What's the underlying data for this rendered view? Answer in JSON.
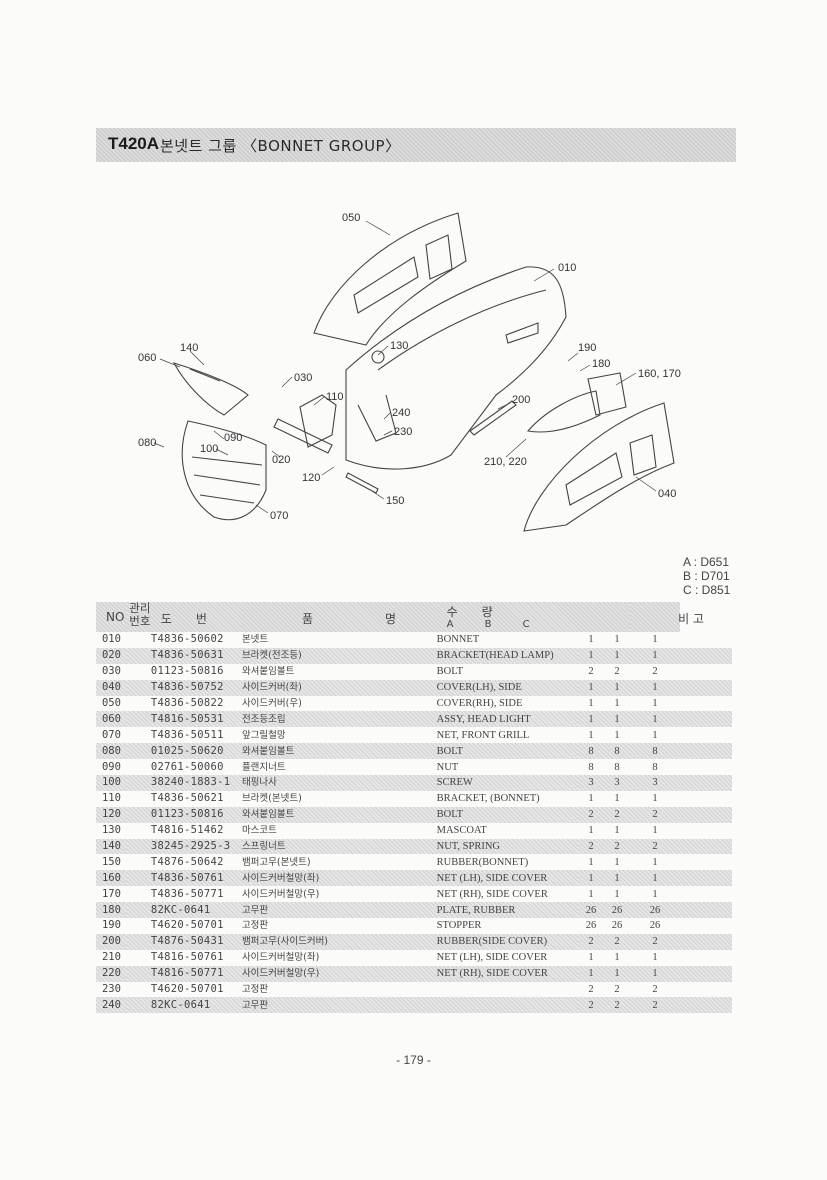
{
  "header": {
    "model_code": "T420A",
    "title": "본넷트 그룹 〈BONNET GROUP〉"
  },
  "diagram": {
    "callouts": [
      "050",
      "010",
      "140",
      "060",
      "130",
      "030",
      "190",
      "180",
      "160, 170",
      "110",
      "240",
      "230",
      "200",
      "080",
      "090",
      "100",
      "020",
      "210, 220",
      "120",
      "150",
      "040",
      "070"
    ]
  },
  "legend": [
    "A : D651",
    "B : D701",
    "C : D851"
  ],
  "table": {
    "headers": {
      "no": "NO",
      "mgmt_no": "관리 번호",
      "part_no": "도　　번",
      "name": "품　　　　　　명",
      "qty": "수　　량",
      "qty_a": "A",
      "qty_b": "B",
      "qty_c": "C",
      "remarks": "비 고"
    },
    "rows": [
      {
        "no": "010",
        "part": "T4836-50602",
        "kr": "본넷트",
        "en": "BONNET",
        "a": "1",
        "b": "1",
        "c": "1"
      },
      {
        "no": "020",
        "part": "T4836-50631",
        "kr": "브라켓(전조등)",
        "en": "BRACKET(HEAD LAMP)",
        "a": "1",
        "b": "1",
        "c": "1"
      },
      {
        "no": "030",
        "part": "01123-50816",
        "kr": "와셔붙임볼트",
        "en": "BOLT",
        "a": "2",
        "b": "2",
        "c": "2"
      },
      {
        "no": "040",
        "part": "T4836-50752",
        "kr": "사이드커버(좌)",
        "en": "COVER(LH), SIDE",
        "a": "1",
        "b": "1",
        "c": "1"
      },
      {
        "no": "050",
        "part": "T4836-50822",
        "kr": "사이드커버(우)",
        "en": "COVER(RH), SIDE",
        "a": "1",
        "b": "1",
        "c": "1"
      },
      {
        "no": "060",
        "part": "T4816-50531",
        "kr": "전조등조립",
        "en": "ASSY, HEAD LIGHT",
        "a": "1",
        "b": "1",
        "c": "1"
      },
      {
        "no": "070",
        "part": "T4836-50511",
        "kr": "앞그릴철망",
        "en": "NET, FRONT GRILL",
        "a": "1",
        "b": "1",
        "c": "1"
      },
      {
        "no": "080",
        "part": "01025-50620",
        "kr": "와셔붙임볼트",
        "en": "BOLT",
        "a": "8",
        "b": "8",
        "c": "8"
      },
      {
        "no": "090",
        "part": "02761-50060",
        "kr": "플랜지너트",
        "en": "NUT",
        "a": "8",
        "b": "8",
        "c": "8"
      },
      {
        "no": "100",
        "part": "38240-1883-1",
        "kr": "태핑나사",
        "en": "SCREW",
        "a": "3",
        "b": "3",
        "c": "3"
      },
      {
        "no": "110",
        "part": "T4836-50621",
        "kr": "브라켓(본넷트)",
        "en": "BRACKET, (BONNET)",
        "a": "1",
        "b": "1",
        "c": "1"
      },
      {
        "no": "120",
        "part": "01123-50816",
        "kr": "와셔붙임볼트",
        "en": "BOLT",
        "a": "2",
        "b": "2",
        "c": "2"
      },
      {
        "no": "130",
        "part": "T4816-51462",
        "kr": "마스코트",
        "en": "MASCOAT",
        "a": "1",
        "b": "1",
        "c": "1"
      },
      {
        "no": "140",
        "part": "38245-2925-3",
        "kr": "스프링너트",
        "en": "NUT, SPRING",
        "a": "2",
        "b": "2",
        "c": "2"
      },
      {
        "no": "150",
        "part": "T4876-50642",
        "kr": "뱀퍼고무(본넷트)",
        "en": "RUBBER(BONNET)",
        "a": "1",
        "b": "1",
        "c": "1"
      },
      {
        "no": "160",
        "part": "T4836-50761",
        "kr": "사이드커버철망(좌)",
        "en": "NET (LH), SIDE COVER",
        "a": "1",
        "b": "1",
        "c": "1"
      },
      {
        "no": "170",
        "part": "T4836-50771",
        "kr": "사이드커버철망(우)",
        "en": "NET (RH), SIDE COVER",
        "a": "1",
        "b": "1",
        "c": "1"
      },
      {
        "no": "180",
        "part": "82KC-0641",
        "kr": "고무판",
        "en": "PLATE, RUBBER",
        "a": "26",
        "b": "26",
        "c": "26"
      },
      {
        "no": "190",
        "part": "T4620-50701",
        "kr": "고정판",
        "en": "STOPPER",
        "a": "26",
        "b": "26",
        "c": "26"
      },
      {
        "no": "200",
        "part": "T4876-50431",
        "kr": "뱀퍼고무(사이드커버)",
        "en": "RUBBER(SIDE COVER)",
        "a": "2",
        "b": "2",
        "c": "2"
      },
      {
        "no": "210",
        "part": "T4816-50761",
        "kr": "사이드커버철망(좌)",
        "en": "NET (LH), SIDE COVER",
        "a": "1",
        "b": "1",
        "c": "1"
      },
      {
        "no": "220",
        "part": "T4816-50771",
        "kr": "사이드커버철망(우)",
        "en": "NET (RH), SIDE COVER",
        "a": "1",
        "b": "1",
        "c": "1"
      },
      {
        "no": "230",
        "part": "T4620-50701",
        "kr": "고정판",
        "en": "",
        "a": "2",
        "b": "2",
        "c": "2"
      },
      {
        "no": "240",
        "part": "82KC-0641",
        "kr": "고무판",
        "en": "",
        "a": "2",
        "b": "2",
        "c": "2"
      }
    ]
  },
  "footer": {
    "page_number": "- 179 -"
  }
}
